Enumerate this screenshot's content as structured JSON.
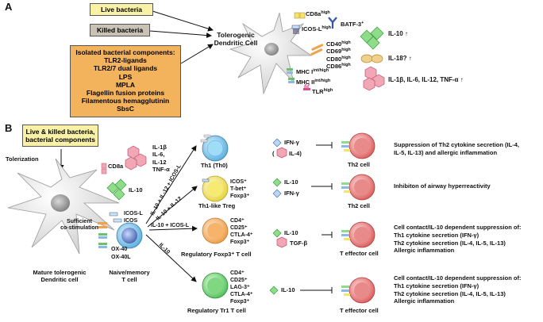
{
  "panel_a": {
    "label": "A",
    "inputs": {
      "live_bacteria": "Live bacteria",
      "killed_bacteria": "Killed bacteria",
      "components_title": "Isolated bacterial components:",
      "components": [
        "TLR2-ligands",
        "TLR2/7 dual ligands",
        "LPS",
        "MPLA",
        "Flagellin fusion proteins",
        "Filamentous hemagglutinin",
        "SbsC"
      ]
    },
    "cell_label": [
      "Tolerogenic",
      "Dendritic Cell"
    ],
    "markers": {
      "cd8a": "CD8a",
      "cd8a_sup": "high",
      "batf3": "BATF-3",
      "batf3_sup": "+",
      "icosl": "ICOS-L",
      "icosl_sup": "high",
      "costim": [
        {
          "name": "CD40",
          "sup": "high"
        },
        {
          "name": "CD69",
          "sup": "high"
        },
        {
          "name": "CD80",
          "sup": "high"
        },
        {
          "name": "CD86",
          "sup": "high"
        }
      ],
      "mhc1": "MHC I",
      "mhc1_sup": "int/high",
      "mhc2": "MHC II",
      "mhc2_sup": "int/high",
      "tlr": "TLR",
      "tlr_sup": "high"
    },
    "cytokines": [
      "IL-10 ↑",
      "IL-18? ↑",
      "IL-1β, IL-6, IL-12, TNF-α ↑"
    ]
  },
  "panel_b": {
    "label": "B",
    "input_box": [
      "Live & killed bacteria,",
      "bacterial components"
    ],
    "tolerization": "Tolerization",
    "cd8a": "CD8a",
    "cytokines_left": [
      "IL-1β",
      "IL-6,",
      "IL-12",
      "TNF-α"
    ],
    "il10": "IL-10",
    "sufficient": [
      "Sufficient",
      "co-stimulation"
    ],
    "icosl": "ICOS-L",
    "icos": "ICOS",
    "ox40": "OX-40",
    "ox40l": "OX-40L",
    "mature_dc": [
      "Mature tolerogenic",
      "Dendritic cell"
    ],
    "naive_t": [
      "Naive/memory",
      "T cell"
    ],
    "arrow_labels": [
      "IL-10 + IL-12 + ICOS-L",
      "IL-10 + IL-12",
      "IL-10 + ICOS-L",
      "IL-10"
    ],
    "th1": "Th1 (Th0)",
    "th1_treg": "Th1-like Treg",
    "th1_treg_markers": [
      "ICOS⁺",
      "T-bet⁺",
      "Foxp3⁺"
    ],
    "foxp3_markers": [
      "CD4⁺",
      "CD25⁺",
      "CTLA-4⁺",
      "Foxp3⁺"
    ],
    "foxp3_title": "Regulatory Foxp3⁺ T cell",
    "tr1_markers": [
      "CD4⁺",
      "CD25⁺",
      "LAG-3⁺",
      "CTLA-4⁺",
      "Foxp3⁺"
    ],
    "tr1_title": "Regulatory Tr1 T cell",
    "cytokine_rows": [
      [
        "IFN-γ",
        "IL-4)"
      ],
      [
        "IL-10",
        "IFN-γ"
      ],
      [
        "IL-10",
        "TGF-β"
      ],
      [
        "IL-10"
      ]
    ],
    "il4_paren": "(",
    "targets": [
      "Th2 cell",
      "Th2 cell",
      "T effector cell",
      "T effector cell"
    ],
    "effects": [
      [
        "Suppression of Th2 cytokine secretion (IL-4,",
        "IL-5, IL-13) and allergic inflammation"
      ],
      [
        "Inhibiton of airway hyperreactivity"
      ],
      [
        "Cell contact/IL-10 dependent suppression of:",
        "Th1 cytokine secretion (IFN-γ)",
        "Th2 cytokine secretion (IL-4, IL-5, IL-13)",
        "Allergic inflammation"
      ],
      [
        "Cell contact/IL-10 dependent suppression of:",
        "Th1 cytokine secretion (IFN-γ)",
        "Th2 cytokine secretion (IL-4, IL-5, IL-13)",
        "Allergic inflammation"
      ]
    ]
  },
  "colors": {
    "yellow_box": "#f8f1a6",
    "grey_box": "#c9c2b5",
    "orange_box": "#f3b35c",
    "cell_grey": "#e8e8e8",
    "green": "#8fdc8a",
    "tan": "#f0d08c",
    "pink": "#f2a7b6",
    "blue_cell": "#7fc9ea",
    "yellow_cell": "#f3e96a",
    "orange_cell": "#f5b46a",
    "green_cell": "#7fd77f",
    "red_cell": "#e47a7a"
  }
}
